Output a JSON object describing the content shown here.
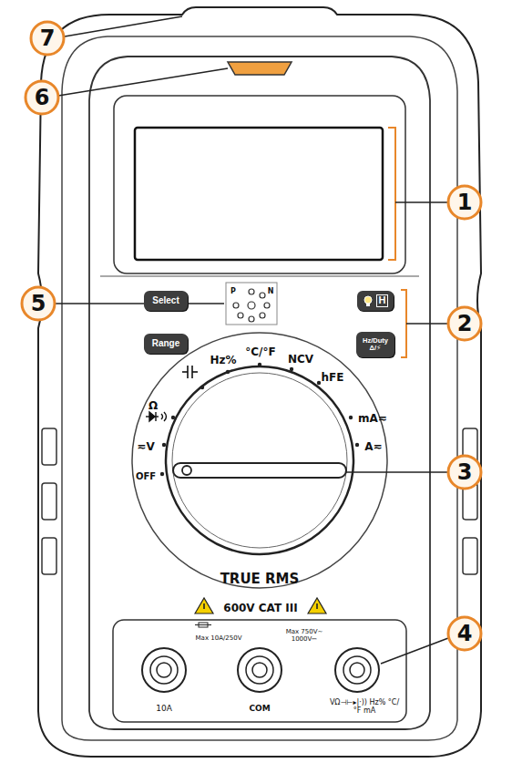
{
  "diagram": {
    "nodes": [
      {
        "text": [
          "Select"
        ]
      },
      {
        "text": [
          "H"
        ]
      },
      {
        "text": [
          "Range"
        ]
      },
      {
        "text": [
          "Hz/Duty",
          "Δ/⚡"
        ]
      }
    ],
    "labels": [
      "7",
      "6",
      "1",
      "5",
      "2",
      "P",
      "N",
      "Hz%",
      "°C/°F",
      "NCV",
      "hFE",
      "Ω",
      "mA≂",
      "≂V",
      "A≂",
      "3",
      "OFF",
      "TRUE RMS",
      "600V CAT III",
      "Max 10A/250V",
      "Max 750V~ 1000V⎓",
      "4",
      "10A",
      "COM",
      "VΩ⊣⊢▸|·)) Hz% °C/°F mA"
    ]
  }
}
